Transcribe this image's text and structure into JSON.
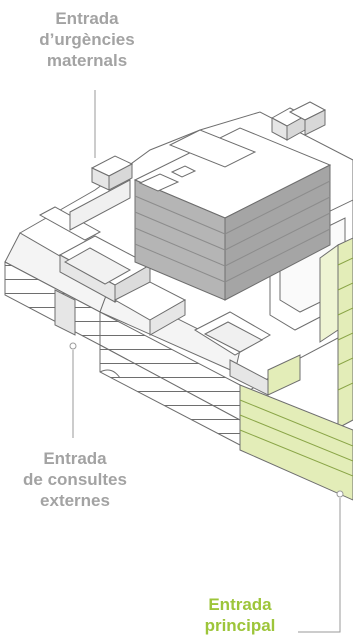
{
  "labels": {
    "urgencies": {
      "lines": [
        "Entrada",
        "d’urgències",
        "maternals"
      ]
    },
    "consultes": {
      "lines": [
        "Entrada",
        "de consultes",
        "externes"
      ]
    },
    "principal": {
      "lines": [
        "Entrada",
        "principal"
      ]
    }
  },
  "colors": {
    "label_grey": "#a3a3a3",
    "label_green": "#9dc53a",
    "building_outline": "#6e6e6e",
    "building_face": "#ffffff",
    "building_shade": "#e6e6e6",
    "tower_grey": "#a9a9a9",
    "tower_dark": "#8c8c8c",
    "green_fill": "#e3edb8",
    "leader_line": "#9a9a9a"
  }
}
